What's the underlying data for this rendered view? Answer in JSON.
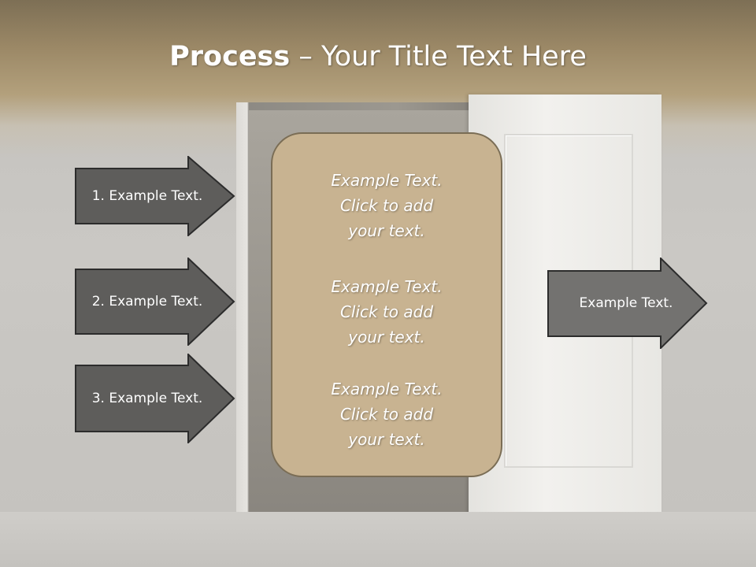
{
  "title": {
    "bold": "Process",
    "rest": " – Your Title Text Here"
  },
  "left_arrows": [
    {
      "label": "1. Example Text."
    },
    {
      "label": "2. Example Text."
    },
    {
      "label": "3. Example Text."
    }
  ],
  "center_box": {
    "blocks": [
      {
        "line1": "Example Text.",
        "line2": "Click  to add",
        "line3": "your text."
      },
      {
        "line1": "Example Text.",
        "line2": "Click  to add",
        "line3": "your text."
      },
      {
        "line1": "Example Text.",
        "line2": "Click  to add",
        "line3": "your text."
      }
    ]
  },
  "right_arrow": {
    "label": "Example Text."
  },
  "colors": {
    "arrow_dark": "#5e5d5b",
    "arrow_mid": "#737270",
    "box_fill": "#c8b391",
    "box_border": "#7a6d55"
  }
}
